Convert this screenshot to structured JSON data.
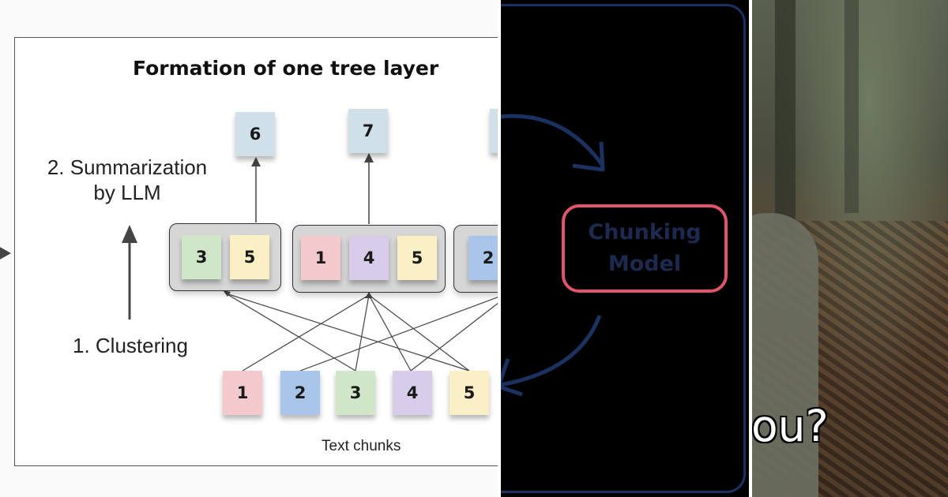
{
  "left_diagram": {
    "title": "Formation of one tree layer",
    "step_summarization_line1": "2. Summarization",
    "step_summarization_line2": "by LLM",
    "step_clustering": "1. Clustering",
    "text_chunks_label": "Text chunks",
    "summary_nodes": [
      "6",
      "7"
    ],
    "cluster_1": [
      "3",
      "5"
    ],
    "cluster_2": [
      "1",
      "4",
      "5"
    ],
    "cluster_3_partial": [
      "2"
    ],
    "chunks": [
      "1",
      "2",
      "3",
      "4",
      "5"
    ],
    "colors": {
      "summary": "#cfe0e8",
      "chunk_1": "#f4c9cd",
      "chunk_2": "#a9c5ea",
      "chunk_3": "#cfe6c8",
      "chunk_4": "#d7cdea",
      "chunk_5": "#fbefc5",
      "group_fill": "#d6d6d6"
    }
  },
  "middle_panel": {
    "box_line1": "Chunking",
    "box_line2": "Model",
    "colors": {
      "box_border": "#e0556a",
      "frame": "#1b3160",
      "text": "#1b2a4e"
    }
  },
  "right_panel": {
    "caption": "ou?"
  }
}
